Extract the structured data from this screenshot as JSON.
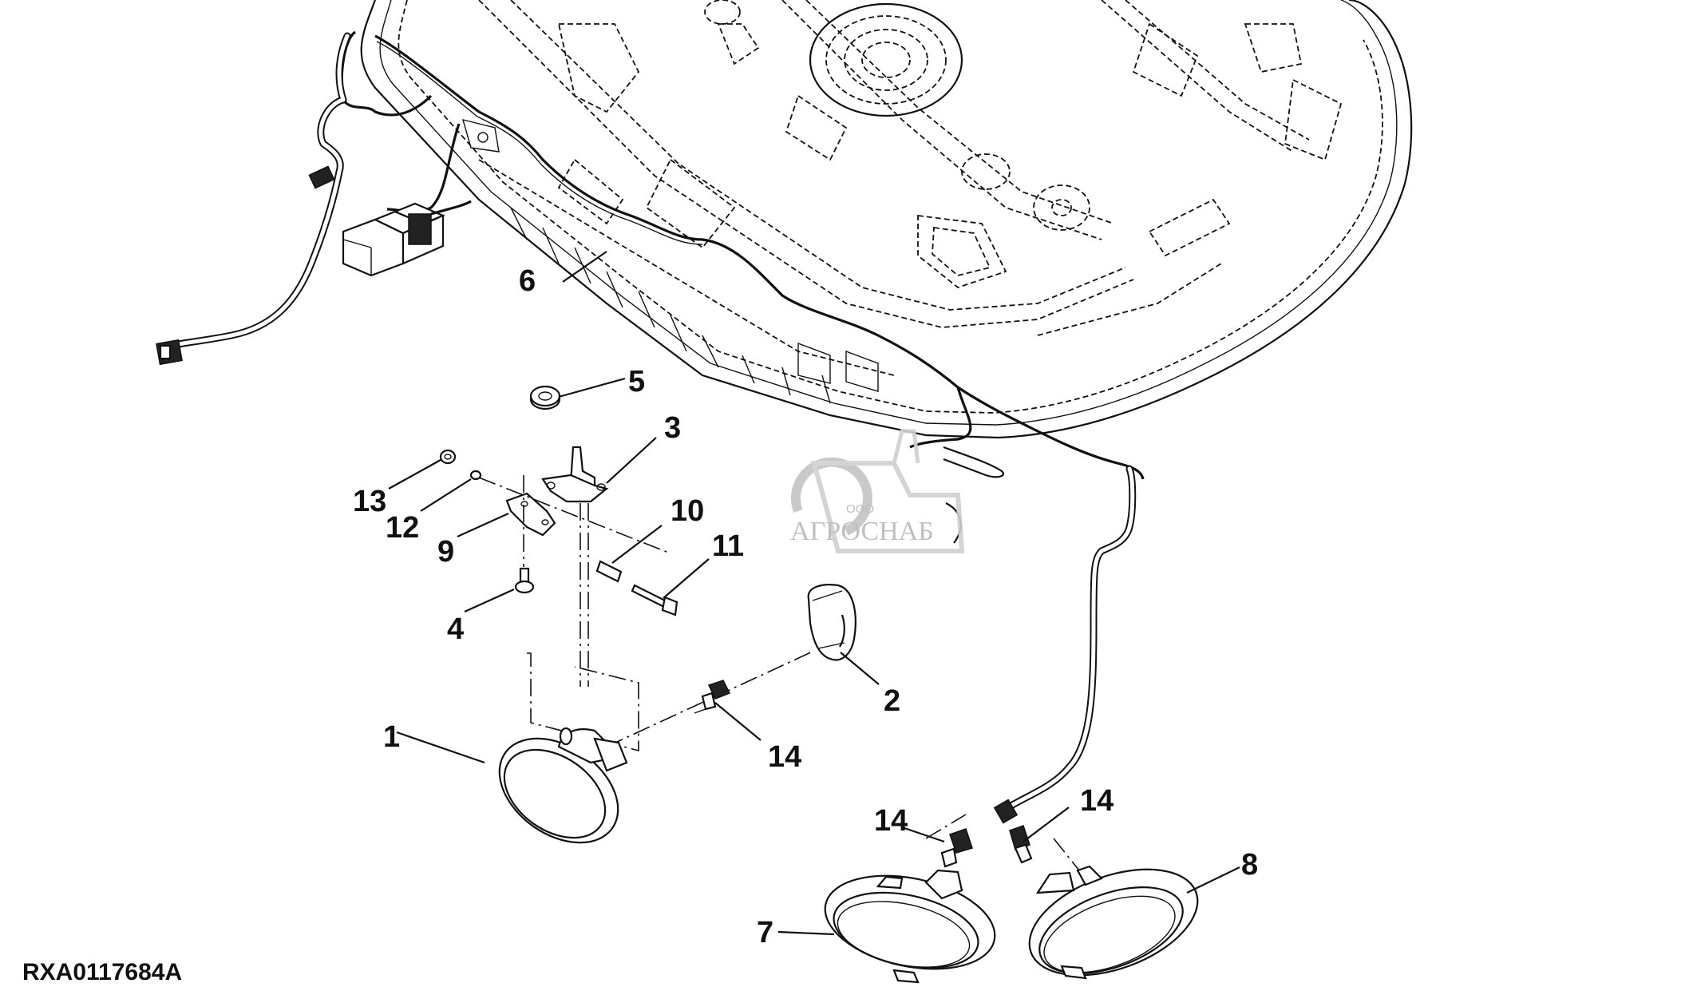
{
  "figure": {
    "id_label": "RXA0117684A",
    "description": "Exploded parts view: cab roof underside with work light harness, mounting bracket and lamps"
  },
  "watermark": {
    "prefix": "ООО",
    "name": "АГРОСНАБ",
    "color": "#b9b9b9"
  },
  "callouts": [
    {
      "number": "1",
      "part": "work-lamp-left"
    },
    {
      "number": "2",
      "part": "lamp-bulb-cover"
    },
    {
      "number": "3",
      "part": "mounting-bracket"
    },
    {
      "number": "4",
      "part": "flange-bolt"
    },
    {
      "number": "5",
      "part": "grommet"
    },
    {
      "number": "6",
      "part": "wiring-harness"
    },
    {
      "number": "7",
      "part": "work-lamp-center"
    },
    {
      "number": "8",
      "part": "work-lamp-right"
    },
    {
      "number": "9",
      "part": "lamp-bracket-clamp"
    },
    {
      "number": "10",
      "part": "spacer-bushing"
    },
    {
      "number": "11",
      "part": "cap-screw"
    },
    {
      "number": "12",
      "part": "washer"
    },
    {
      "number": "13",
      "part": "lock-nut"
    },
    {
      "number": "14",
      "part": "bulb-upper-left"
    },
    {
      "number": "14",
      "part": "bulb-lower-left"
    },
    {
      "number": "14",
      "part": "bulb-lower-right"
    }
  ],
  "colors": {
    "line": "#111111",
    "background": "#ffffff"
  }
}
